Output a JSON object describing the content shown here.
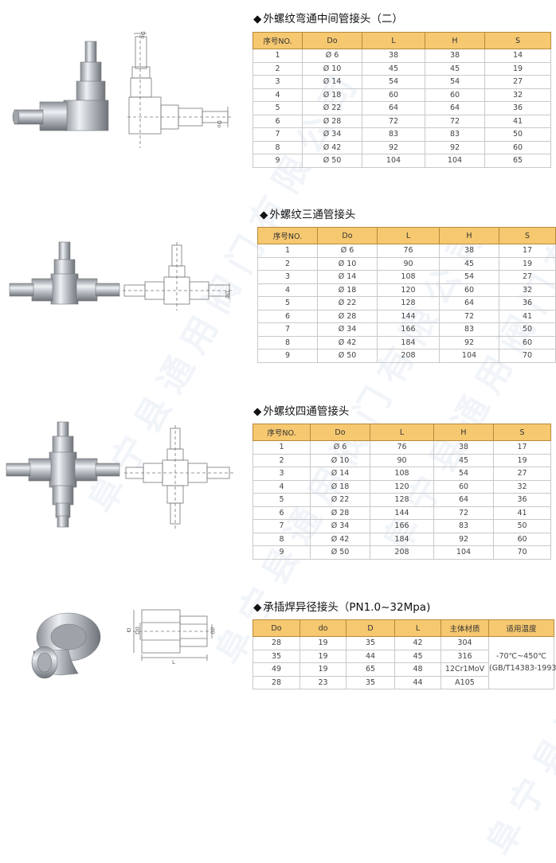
{
  "watermark_text": "阜宁县通用阀门有限公司",
  "sections": [
    {
      "title": "外螺纹弯通中间管接头（二）",
      "headers": [
        "序号NO.",
        "Do",
        "L",
        "H",
        "S"
      ],
      "rows": [
        [
          "1",
          "Ø 6",
          "38",
          "38",
          "14"
        ],
        [
          "2",
          "Ø 10",
          "45",
          "45",
          "19"
        ],
        [
          "3",
          "Ø 14",
          "54",
          "54",
          "27"
        ],
        [
          "4",
          "Ø 18",
          "60",
          "60",
          "32"
        ],
        [
          "5",
          "Ø 22",
          "64",
          "64",
          "36"
        ],
        [
          "6",
          "Ø 28",
          "72",
          "72",
          "41"
        ],
        [
          "7",
          "Ø 34",
          "83",
          "83",
          "50"
        ],
        [
          "8",
          "Ø 42",
          "92",
          "92",
          "60"
        ],
        [
          "9",
          "Ø 50",
          "104",
          "104",
          "65"
        ]
      ],
      "drawing_labels": [
        "Do",
        "Do"
      ]
    },
    {
      "title": "外螺纹三通管接头",
      "headers": [
        "序号NO.",
        "Do",
        "L",
        "H",
        "S"
      ],
      "rows": [
        [
          "1",
          "Ø 6",
          "76",
          "38",
          "17"
        ],
        [
          "2",
          "Ø 10",
          "90",
          "45",
          "19"
        ],
        [
          "3",
          "Ø 14",
          "108",
          "54",
          "27"
        ],
        [
          "4",
          "Ø 18",
          "120",
          "60",
          "32"
        ],
        [
          "5",
          "Ø 22",
          "128",
          "64",
          "36"
        ],
        [
          "6",
          "Ø 28",
          "144",
          "72",
          "41"
        ],
        [
          "7",
          "Ø 34",
          "166",
          "83",
          "50"
        ],
        [
          "8",
          "Ø 42",
          "184",
          "92",
          "60"
        ],
        [
          "9",
          "Ø 50",
          "208",
          "104",
          "70"
        ]
      ],
      "drawing_labels": [
        "Do"
      ]
    },
    {
      "title": "外螺纹四通管接头",
      "headers": [
        "序号NO.",
        "Do",
        "L",
        "H",
        "S"
      ],
      "rows": [
        [
          "1",
          "Ø 6",
          "76",
          "38",
          "17"
        ],
        [
          "2",
          "Ø 10",
          "90",
          "45",
          "19"
        ],
        [
          "3",
          "Ø 14",
          "108",
          "54",
          "27"
        ],
        [
          "4",
          "Ø 18",
          "120",
          "60",
          "32"
        ],
        [
          "5",
          "Ø 22",
          "128",
          "64",
          "36"
        ],
        [
          "6",
          "Ø 28",
          "144",
          "72",
          "41"
        ],
        [
          "7",
          "Ø 34",
          "166",
          "83",
          "50"
        ],
        [
          "8",
          "Ø 42",
          "184",
          "92",
          "60"
        ],
        [
          "9",
          "Ø 50",
          "208",
          "104",
          "70"
        ]
      ],
      "drawing_labels": []
    },
    {
      "title": "承插焊异径接头（PN1.0~32Mpa)",
      "headers": [
        "Do",
        "do",
        "D",
        "L",
        "主体材质",
        "适用温度"
      ],
      "rows": [
        [
          "28",
          "19",
          "35",
          "42"
        ],
        [
          "35",
          "19",
          "44",
          "45"
        ],
        [
          "49",
          "19",
          "65",
          "48"
        ],
        [
          "28",
          "23",
          "35",
          "44"
        ]
      ],
      "materials": [
        "304",
        "316",
        "12Cr1MoV",
        "A105"
      ],
      "temperature": [
        "-70℃~450℃",
        "(GB/T14383-1993)"
      ],
      "drawing_labels": [
        "D",
        "D0",
        "d0",
        "L"
      ]
    }
  ]
}
